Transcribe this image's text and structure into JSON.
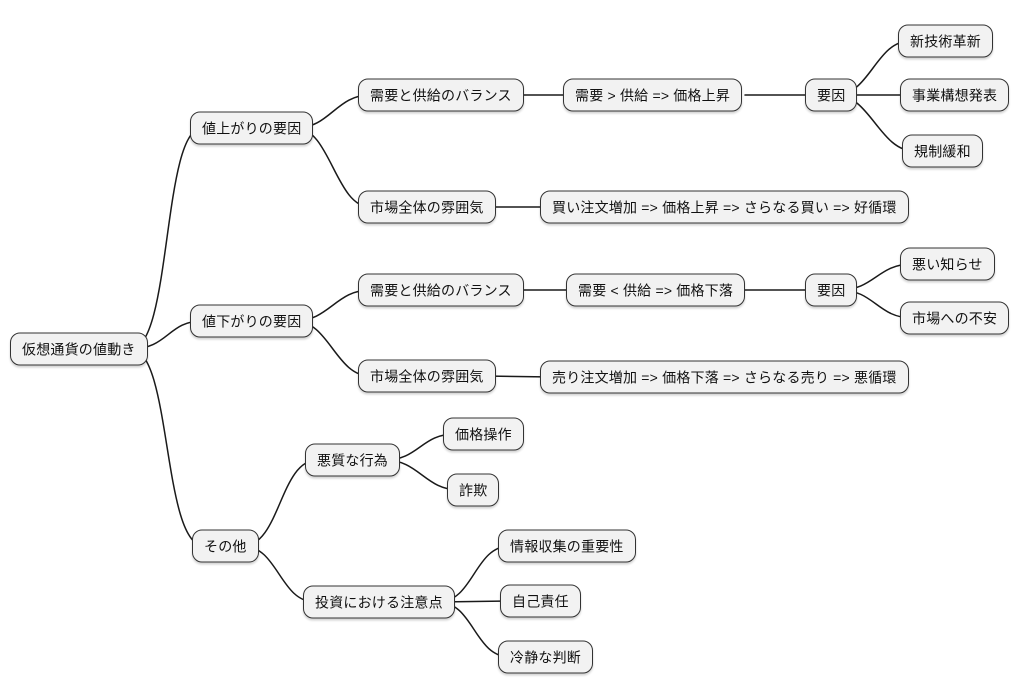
{
  "style": {
    "background": "#ffffff",
    "node_fill": "#f2f2f2",
    "node_border": "#333333",
    "edge_color": "#1a1a1a",
    "text_color": "#111111"
  },
  "tree": {
    "label": "仮想通貨の値動き",
    "children": [
      {
        "label": "値上がりの要因",
        "children": [
          {
            "label": "需要と供給のバランス",
            "children": [
              {
                "label": "需要 > 供給 => 価格上昇",
                "children": [
                  {
                    "label": "要因",
                    "children": [
                      {
                        "label": "新技術革新"
                      },
                      {
                        "label": "事業構想発表"
                      },
                      {
                        "label": "規制緩和"
                      }
                    ]
                  }
                ]
              }
            ]
          },
          {
            "label": "市場全体の雰囲気",
            "children": [
              {
                "label": "買い注文増加 => 価格上昇 => さらなる買い => 好循環"
              }
            ]
          }
        ]
      },
      {
        "label": "値下がりの要因",
        "children": [
          {
            "label": "需要と供給のバランス",
            "children": [
              {
                "label": "需要 < 供給 => 価格下落",
                "children": [
                  {
                    "label": "要因",
                    "children": [
                      {
                        "label": "悪い知らせ"
                      },
                      {
                        "label": "市場への不安"
                      }
                    ]
                  }
                ]
              }
            ]
          },
          {
            "label": "市場全体の雰囲気",
            "children": [
              {
                "label": "売り注文増加 => 価格下落 => さらなる売り => 悪循環"
              }
            ]
          }
        ]
      },
      {
        "label": "その他",
        "children": [
          {
            "label": "悪質な行為",
            "children": [
              {
                "label": "価格操作"
              },
              {
                "label": "詐欺"
              }
            ]
          },
          {
            "label": "投資における注意点",
            "children": [
              {
                "label": "情報収集の重要性"
              },
              {
                "label": "自己責任"
              },
              {
                "label": "冷静な判断"
              }
            ]
          }
        ]
      }
    ]
  }
}
